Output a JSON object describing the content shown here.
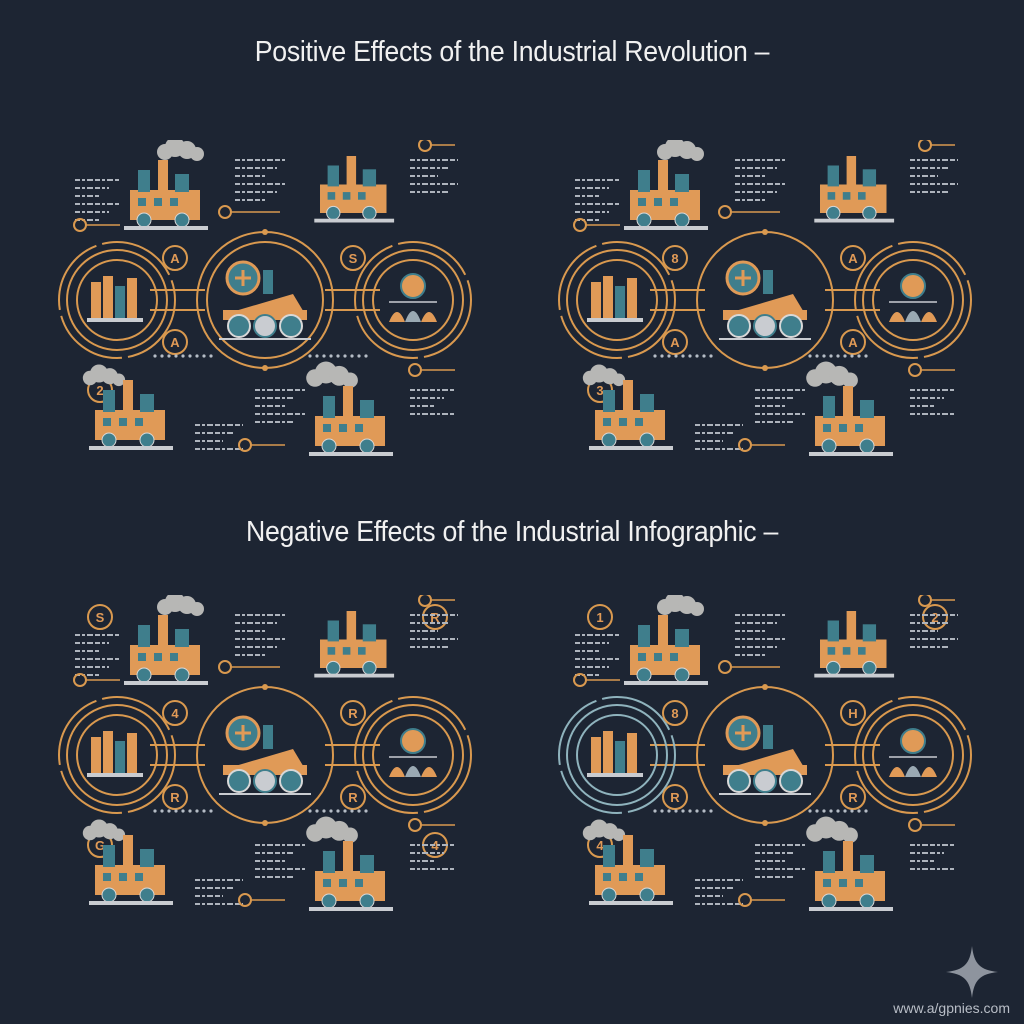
{
  "titles": {
    "top": "Positive Effects of the Industrial Revolution –",
    "bottom": "Negative Effects of the Industrial Infographic –"
  },
  "colors": {
    "background": "#1d2533",
    "orange": "#e09a57",
    "teal": "#3f7e8c",
    "ring": "#d9994f",
    "ring_pale": "#8fb3bd",
    "smoke": "#b7b7b5",
    "text": "#f1f1f1",
    "muted_text": "#b9bec7"
  },
  "panels": [
    {
      "id": "positive-left",
      "section": "positive",
      "badges": [
        "2",
        "A",
        "A",
        "S"
      ],
      "center_icon": "factory-train",
      "left_icon": "city-skyline",
      "right_icon": "gear-tools",
      "outer_ring_color": "#d9994f"
    },
    {
      "id": "positive-right",
      "section": "positive",
      "badges": [
        "3",
        "8",
        "A",
        "A",
        "A"
      ],
      "center_icon": "steam-machine-fan",
      "left_icon": "engine-house",
      "right_icon": "monument-tower",
      "outer_ring_color": "#d9994f"
    },
    {
      "id": "negative-left",
      "section": "negative",
      "badges": [
        "S",
        "4",
        "R",
        "R",
        "R",
        "R",
        "G",
        "4"
      ],
      "center_icon": "steam-machine-fan",
      "left_icon": "stacked-goods",
      "right_icon": "sun-over-hills",
      "outer_ring_color": "#d9994f"
    },
    {
      "id": "negative-right",
      "section": "negative",
      "badges": [
        "1",
        "8",
        "R",
        "H",
        "R",
        "2",
        "4"
      ],
      "center_icon": "factory-checkmark",
      "left_icon": "bridge-arch",
      "right_icon": "sun-over-hills",
      "outer_ring_color": "#8fb3bd"
    }
  ],
  "watermark": {
    "text": "www.a/gpnies.com",
    "icon": "sparkle-star-icon"
  }
}
